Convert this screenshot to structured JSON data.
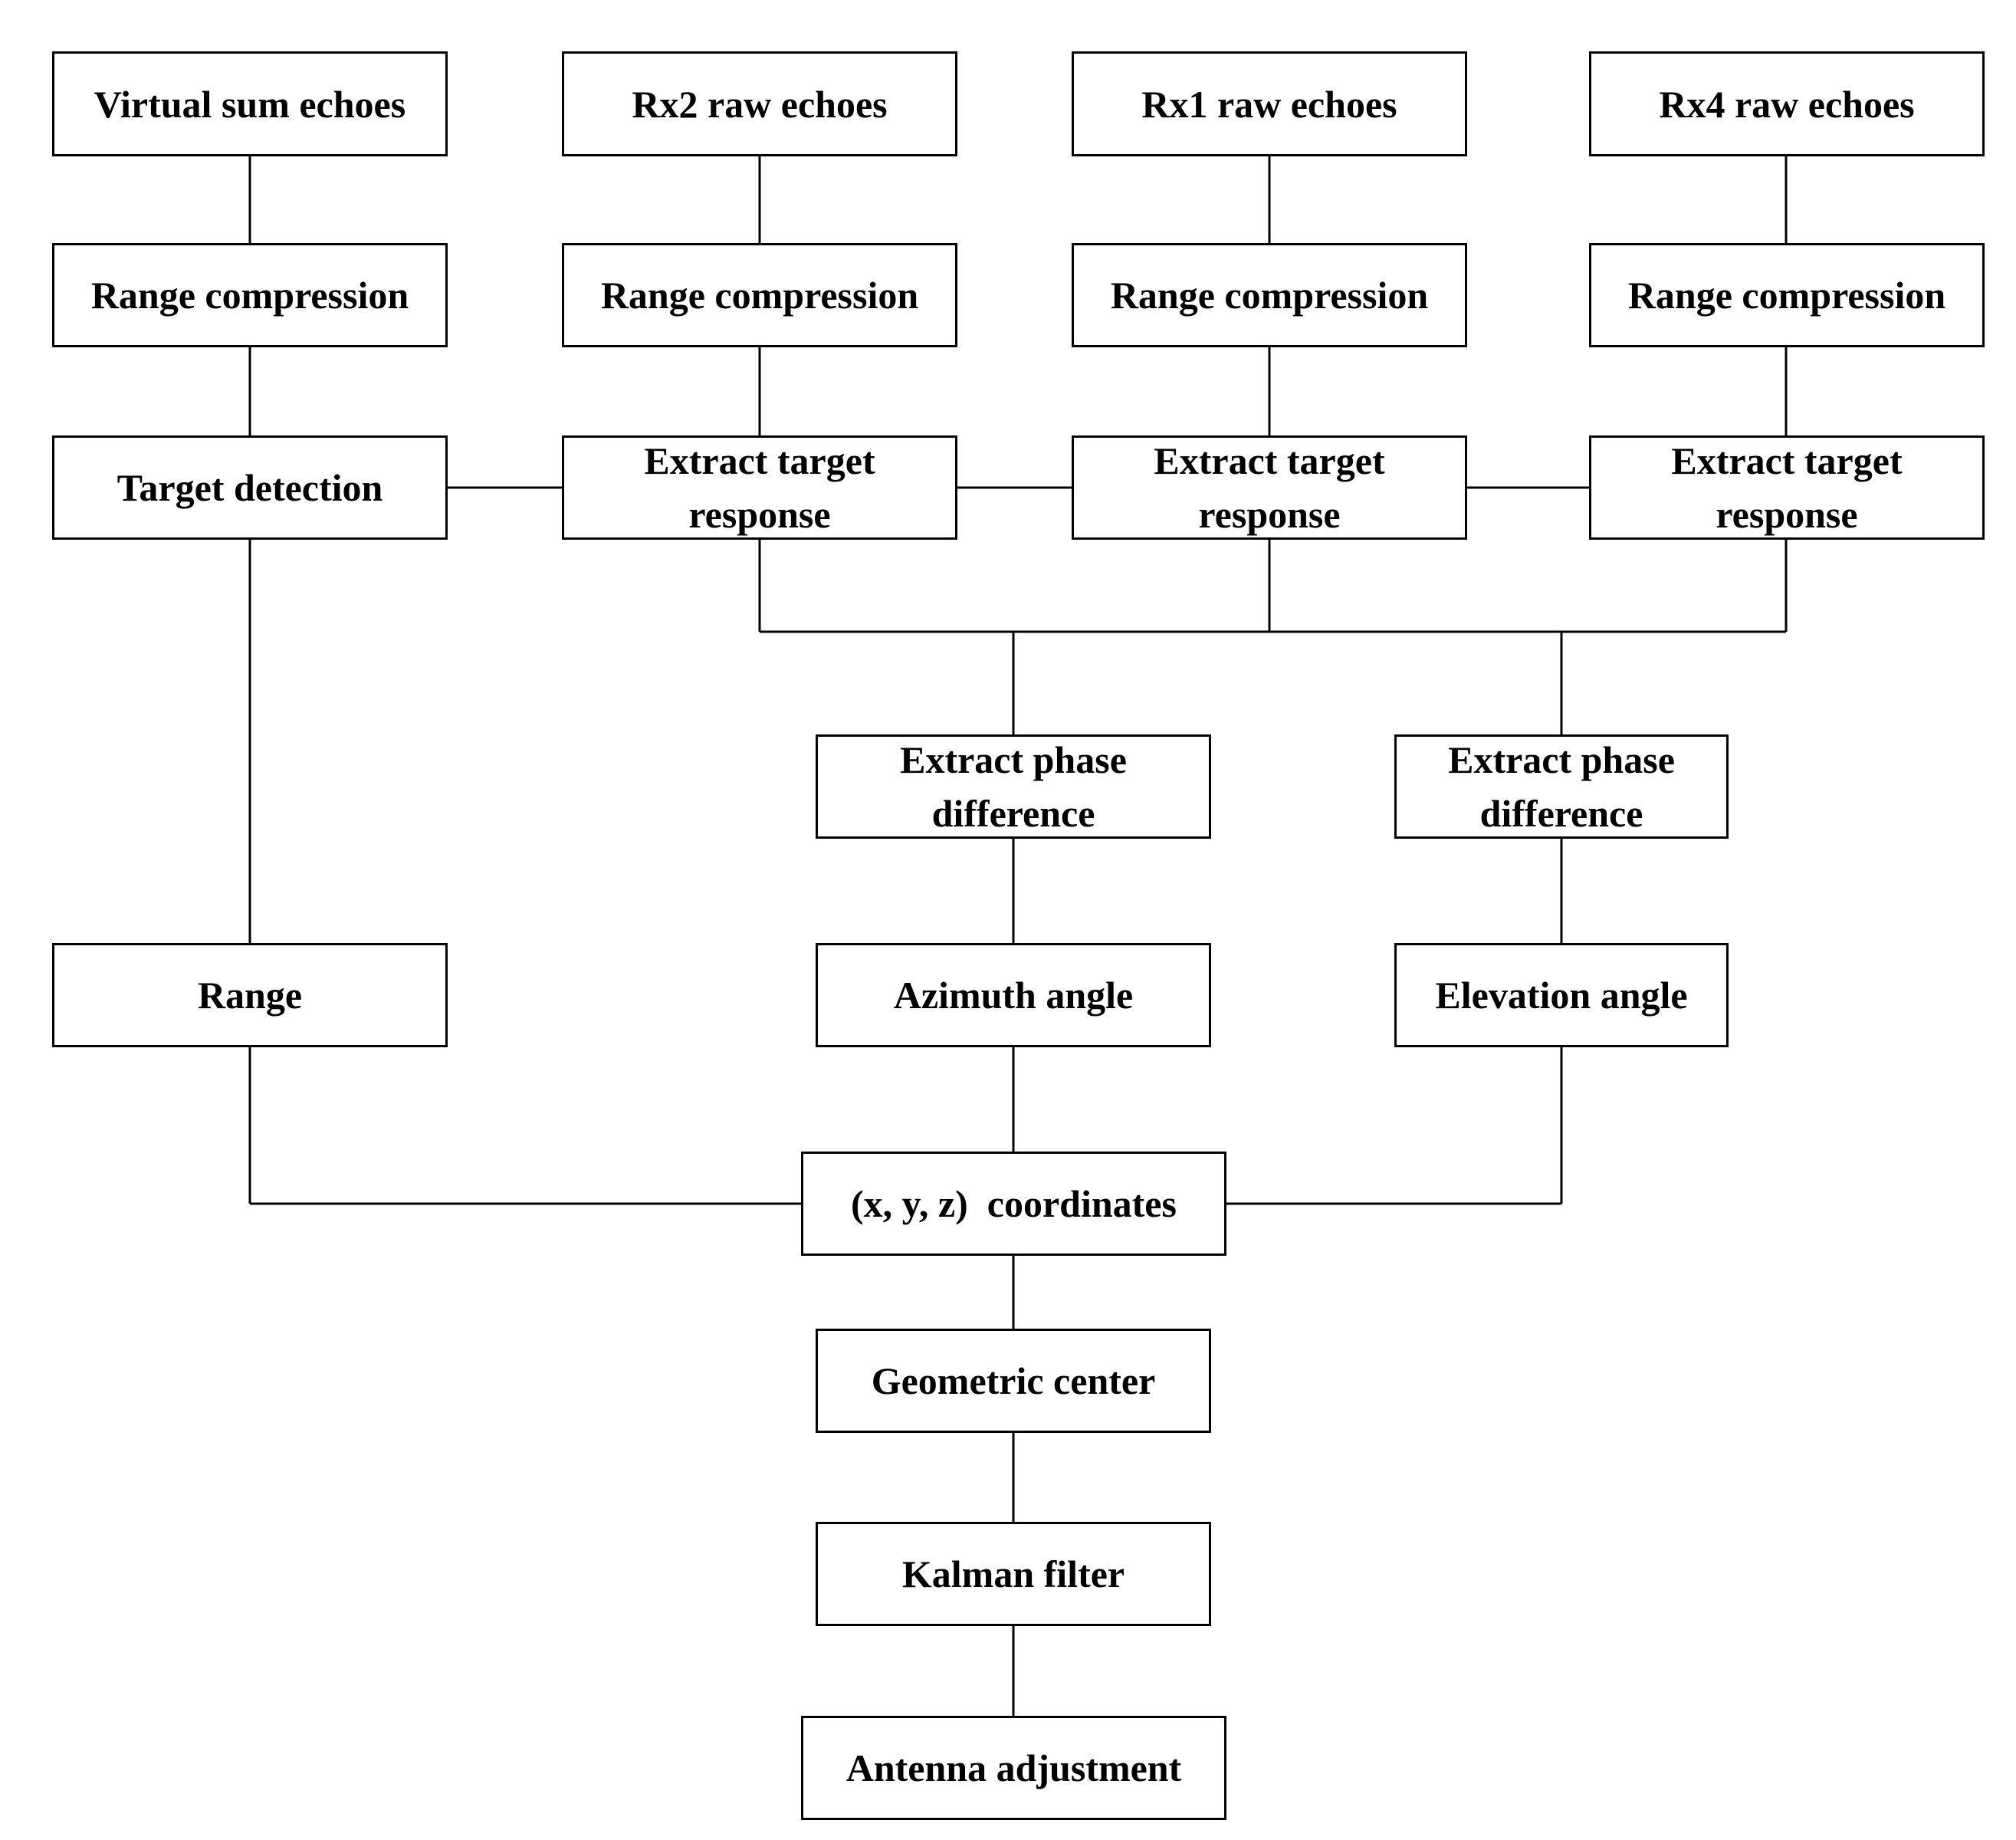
{
  "nodes": {
    "virtual_sum_echoes": "Virtual sum echoes",
    "rx2_raw_echoes": "Rx2 raw echoes",
    "rx1_raw_echoes": "Rx1 raw echoes",
    "rx4_raw_echoes": "Rx4 raw echoes",
    "range_compression_1": "Range compression",
    "range_compression_2": "Range compression",
    "range_compression_3": "Range compression",
    "range_compression_4": "Range compression",
    "target_detection": "Target detection",
    "extract_target_response_rx2": "Extract target\nresponse",
    "extract_target_response_rx1": "Extract target\nresponse",
    "extract_target_response_rx4": "Extract target\nresponse",
    "extract_phase_difference_azimuth": "Extract phase\ndifference",
    "extract_phase_difference_elevation": "Extract phase\ndifference",
    "range": "Range",
    "azimuth_angle": "Azimuth angle",
    "elevation_angle": "Elevation angle",
    "coordinates": "(x, y, z)  coordinates",
    "geometric_center": "Geometric center",
    "kalman_filter": "Kalman filter",
    "antenna_adjustment": "Antenna adjustment"
  },
  "edges": [
    [
      "virtual_sum_echoes",
      "range_compression_1"
    ],
    [
      "rx2_raw_echoes",
      "range_compression_2"
    ],
    [
      "rx1_raw_echoes",
      "range_compression_3"
    ],
    [
      "rx4_raw_echoes",
      "range_compression_4"
    ],
    [
      "range_compression_1",
      "target_detection"
    ],
    [
      "range_compression_2",
      "extract_target_response_rx2"
    ],
    [
      "range_compression_3",
      "extract_target_response_rx1"
    ],
    [
      "range_compression_4",
      "extract_target_response_rx4"
    ],
    [
      "target_detection",
      "extract_target_response_rx2"
    ],
    [
      "extract_target_response_rx2",
      "extract_target_response_rx1"
    ],
    [
      "extract_target_response_rx1",
      "extract_target_response_rx4"
    ],
    [
      "target_detection",
      "range"
    ],
    [
      "extract_target_response_rx2",
      "extract_phase_difference_azimuth"
    ],
    [
      "extract_target_response_rx1",
      "extract_phase_difference_azimuth"
    ],
    [
      "extract_target_response_rx1",
      "extract_phase_difference_elevation"
    ],
    [
      "extract_target_response_rx4",
      "extract_phase_difference_elevation"
    ],
    [
      "extract_phase_difference_azimuth",
      "azimuth_angle"
    ],
    [
      "extract_phase_difference_elevation",
      "elevation_angle"
    ],
    [
      "range",
      "coordinates"
    ],
    [
      "azimuth_angle",
      "coordinates"
    ],
    [
      "elevation_angle",
      "coordinates"
    ],
    [
      "coordinates",
      "geometric_center"
    ],
    [
      "geometric_center",
      "kalman_filter"
    ],
    [
      "kalman_filter",
      "antenna_adjustment"
    ]
  ]
}
